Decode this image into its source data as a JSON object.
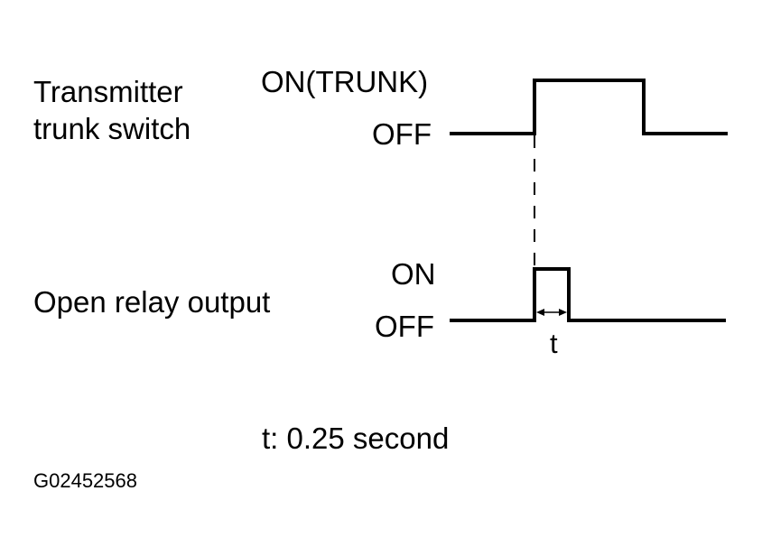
{
  "signals": [
    {
      "name": "Transmitter trunk switch",
      "name_lines": [
        "Transmitter",
        "trunk switch"
      ],
      "high_label": "ON(TRUNK)",
      "low_label": "OFF"
    },
    {
      "name": "Open relay output",
      "high_label": "ON",
      "low_label": "OFF"
    }
  ],
  "pulse_width_symbol": "t",
  "note": "t: 0.25 second",
  "figure_code": "G02452568"
}
